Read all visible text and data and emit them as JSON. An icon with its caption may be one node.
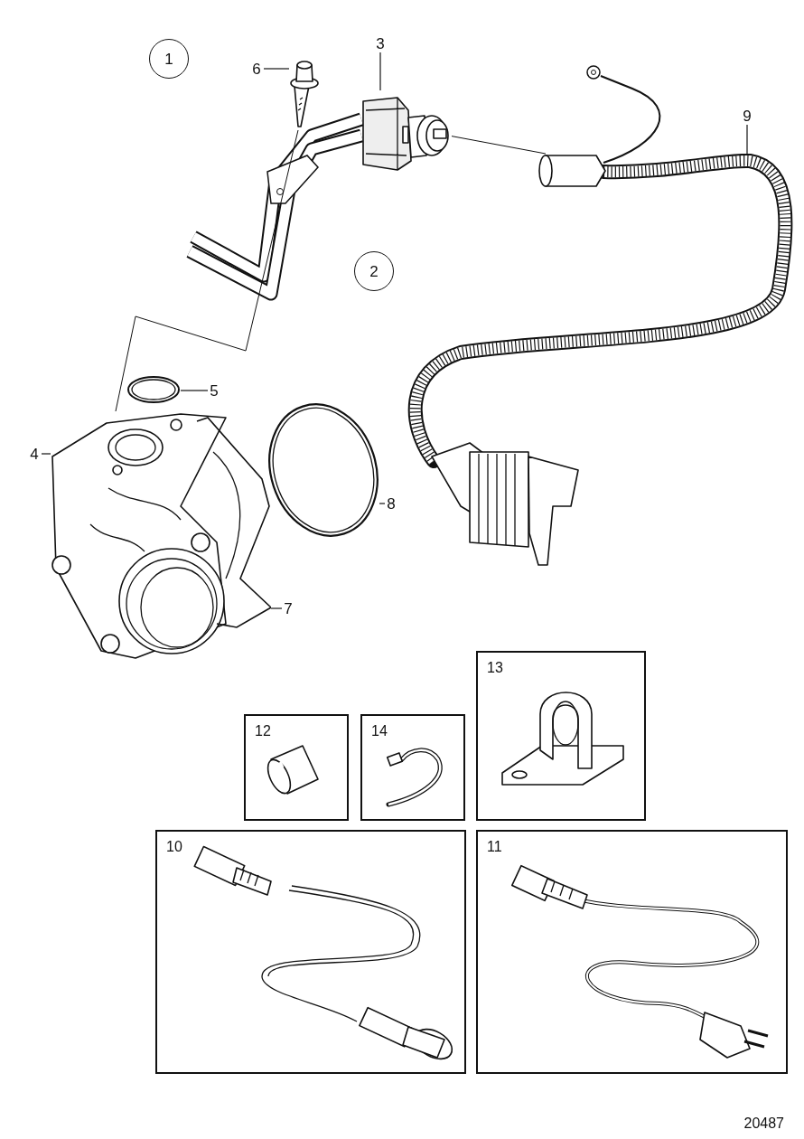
{
  "diagram": {
    "nodes": [
      {
        "text": [
          "1"
        ]
      },
      {
        "text": [
          "3"
        ]
      },
      {
        "text": [
          "6"
        ]
      },
      {
        "text": [
          "9"
        ]
      },
      {
        "text": [
          "2"
        ]
      },
      {
        "text": [
          "5"
        ]
      },
      {
        "text": [
          "4"
        ]
      },
      {
        "text": [
          "8"
        ]
      },
      {
        "text": [
          "7"
        ]
      },
      {
        "text": [],
        "shape": "picture"
      },
      {
        "text": [],
        "shape": "picture"
      },
      {
        "text": [],
        "shape": "picture"
      },
      {
        "text": [],
        "shape": "picture"
      },
      {
        "text": [],
        "shape": "picture"
      },
      {
        "text": [],
        "shape": "picture"
      },
      {
        "text": [],
        "shape": "picture"
      },
      {
        "text": [
          "13"
        ]
      },
      {
        "text": [
          "12"
        ]
      },
      {
        "text": [
          "14"
        ]
      },
      {
        "text": [
          "10"
        ]
      },
      {
        "text": [
          "11"
        ]
      }
    ],
    "edges": [
      {
        "from": 1,
        "to": 10,
        "arrow": "none"
      },
      {
        "from": 2,
        "to": 9,
        "arrow": "none"
      },
      {
        "from": 3,
        "to": 11,
        "arrow": "none"
      },
      {
        "from": 5,
        "to": 12,
        "arrow": "none"
      },
      {
        "from": 6,
        "to": 13,
        "arrow": "none"
      },
      {
        "from": 7,
        "to": 14,
        "arrow": "none"
      },
      {
        "from": 8,
        "to": 15,
        "arrow": "none"
      },
      {
        "from": 9,
        "to": 13,
        "arrow": "none"
      },
      {
        "from": 10,
        "to": 11,
        "arrow": "none"
      }
    ],
    "labels": [
      "20487"
    ]
  }
}
